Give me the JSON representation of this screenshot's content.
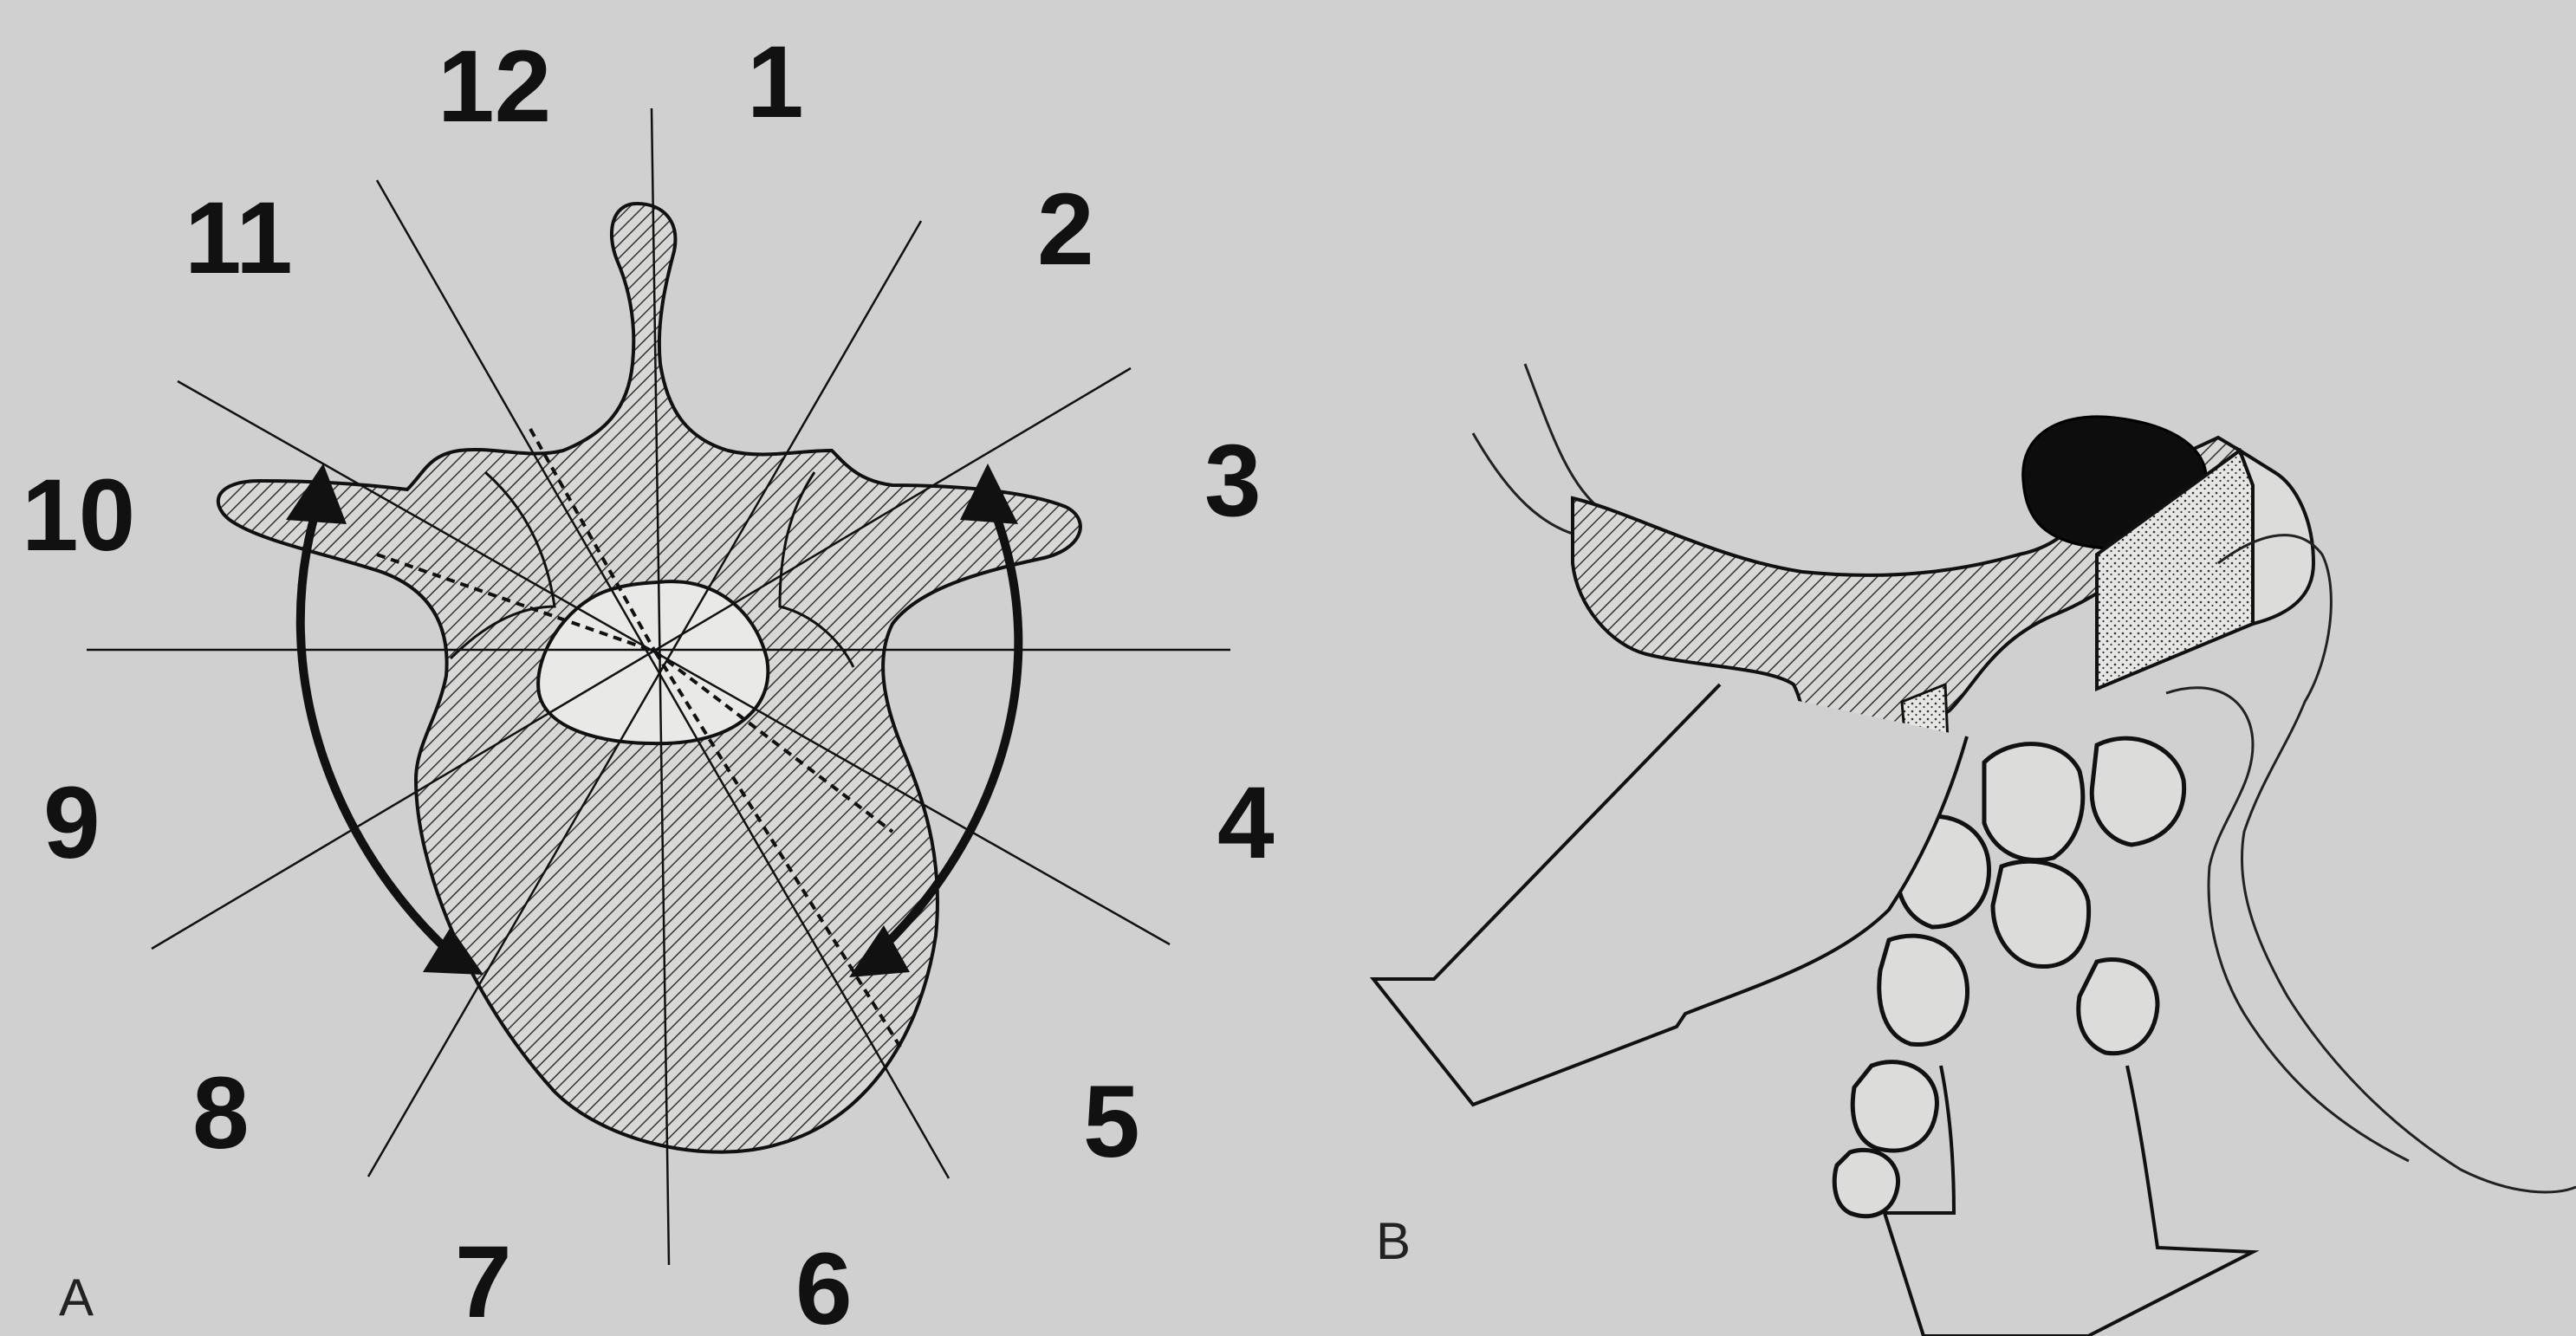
{
  "panel_a": {
    "label": "A",
    "clock_positions": [
      "1",
      "2",
      "3",
      "4",
      "5",
      "6",
      "7",
      "8",
      "9",
      "10",
      "11",
      "12"
    ]
  },
  "panel_b": {
    "label": "B"
  },
  "colors": {
    "background": "#cfd0cf",
    "ink": "#111111",
    "hatch": "#444444",
    "tumor": "#0d0d0d"
  }
}
